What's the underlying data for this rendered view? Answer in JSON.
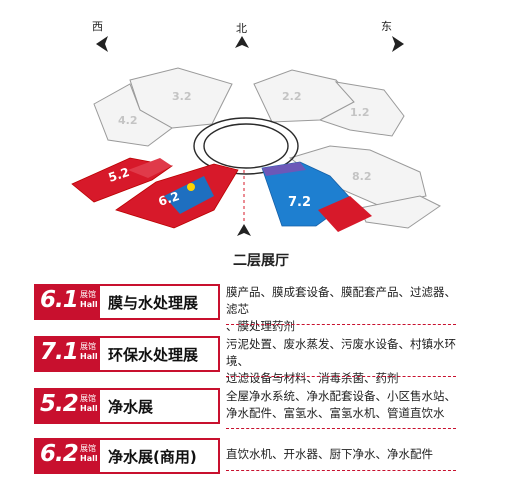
{
  "compass": {
    "west": "西",
    "north": "北",
    "east": "东"
  },
  "map": {
    "halls": [
      "5.2",
      "6.2",
      "7.2",
      "1.2",
      "2.2",
      "3.2",
      "4.2",
      "8.2"
    ],
    "colors": {
      "red": "#d7192a",
      "blue": "#1e7fd0",
      "gray_fill": "#f4f4f4",
      "gray_line": "#9a9a9a"
    }
  },
  "floor_title": "二层展厅",
  "hall_word_zh": "展馆",
  "hall_word_en": "Hall",
  "legend": [
    {
      "num": "6.1",
      "name": "膜与水处理展",
      "desc_lines": [
        "膜产品、膜成套设备、膜配套产品、过滤器、滤芯",
        "、膜处理药剂"
      ]
    },
    {
      "num": "7.1",
      "name": "环保水处理展",
      "desc_lines": [
        "污泥处置、废水蒸发、污废水设备、村镇水环境、",
        "过滤设备与材料、消毒杀菌、药剂"
      ]
    },
    {
      "num": "5.2",
      "name": "净水展",
      "desc_lines": [
        "全屋净水系统、净水配套设备、小区售水站、",
        "净水配件、富氢水、富氢水机、管道直饮水"
      ]
    },
    {
      "num": "6.2",
      "name": "净水展(商用)",
      "desc_lines": [
        "直饮水机、开水器、厨下净水、净水配件"
      ]
    }
  ],
  "accent": "#c8102e"
}
